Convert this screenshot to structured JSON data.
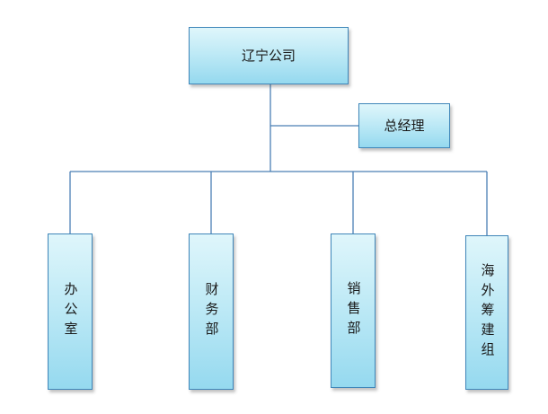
{
  "org_chart": {
    "root": {
      "label": "辽宁公司"
    },
    "assistant": {
      "label": "总经理"
    },
    "departments": [
      {
        "label": "办公室"
      },
      {
        "label": "财务部"
      },
      {
        "label": "销售部"
      },
      {
        "label": "海外筹建组"
      }
    ]
  },
  "colors": {
    "connector": "#4a7fb5",
    "box_border": "#3f86b9",
    "box_fill_top": "#dff6fb",
    "box_fill_bottom": "#95d9ef"
  }
}
